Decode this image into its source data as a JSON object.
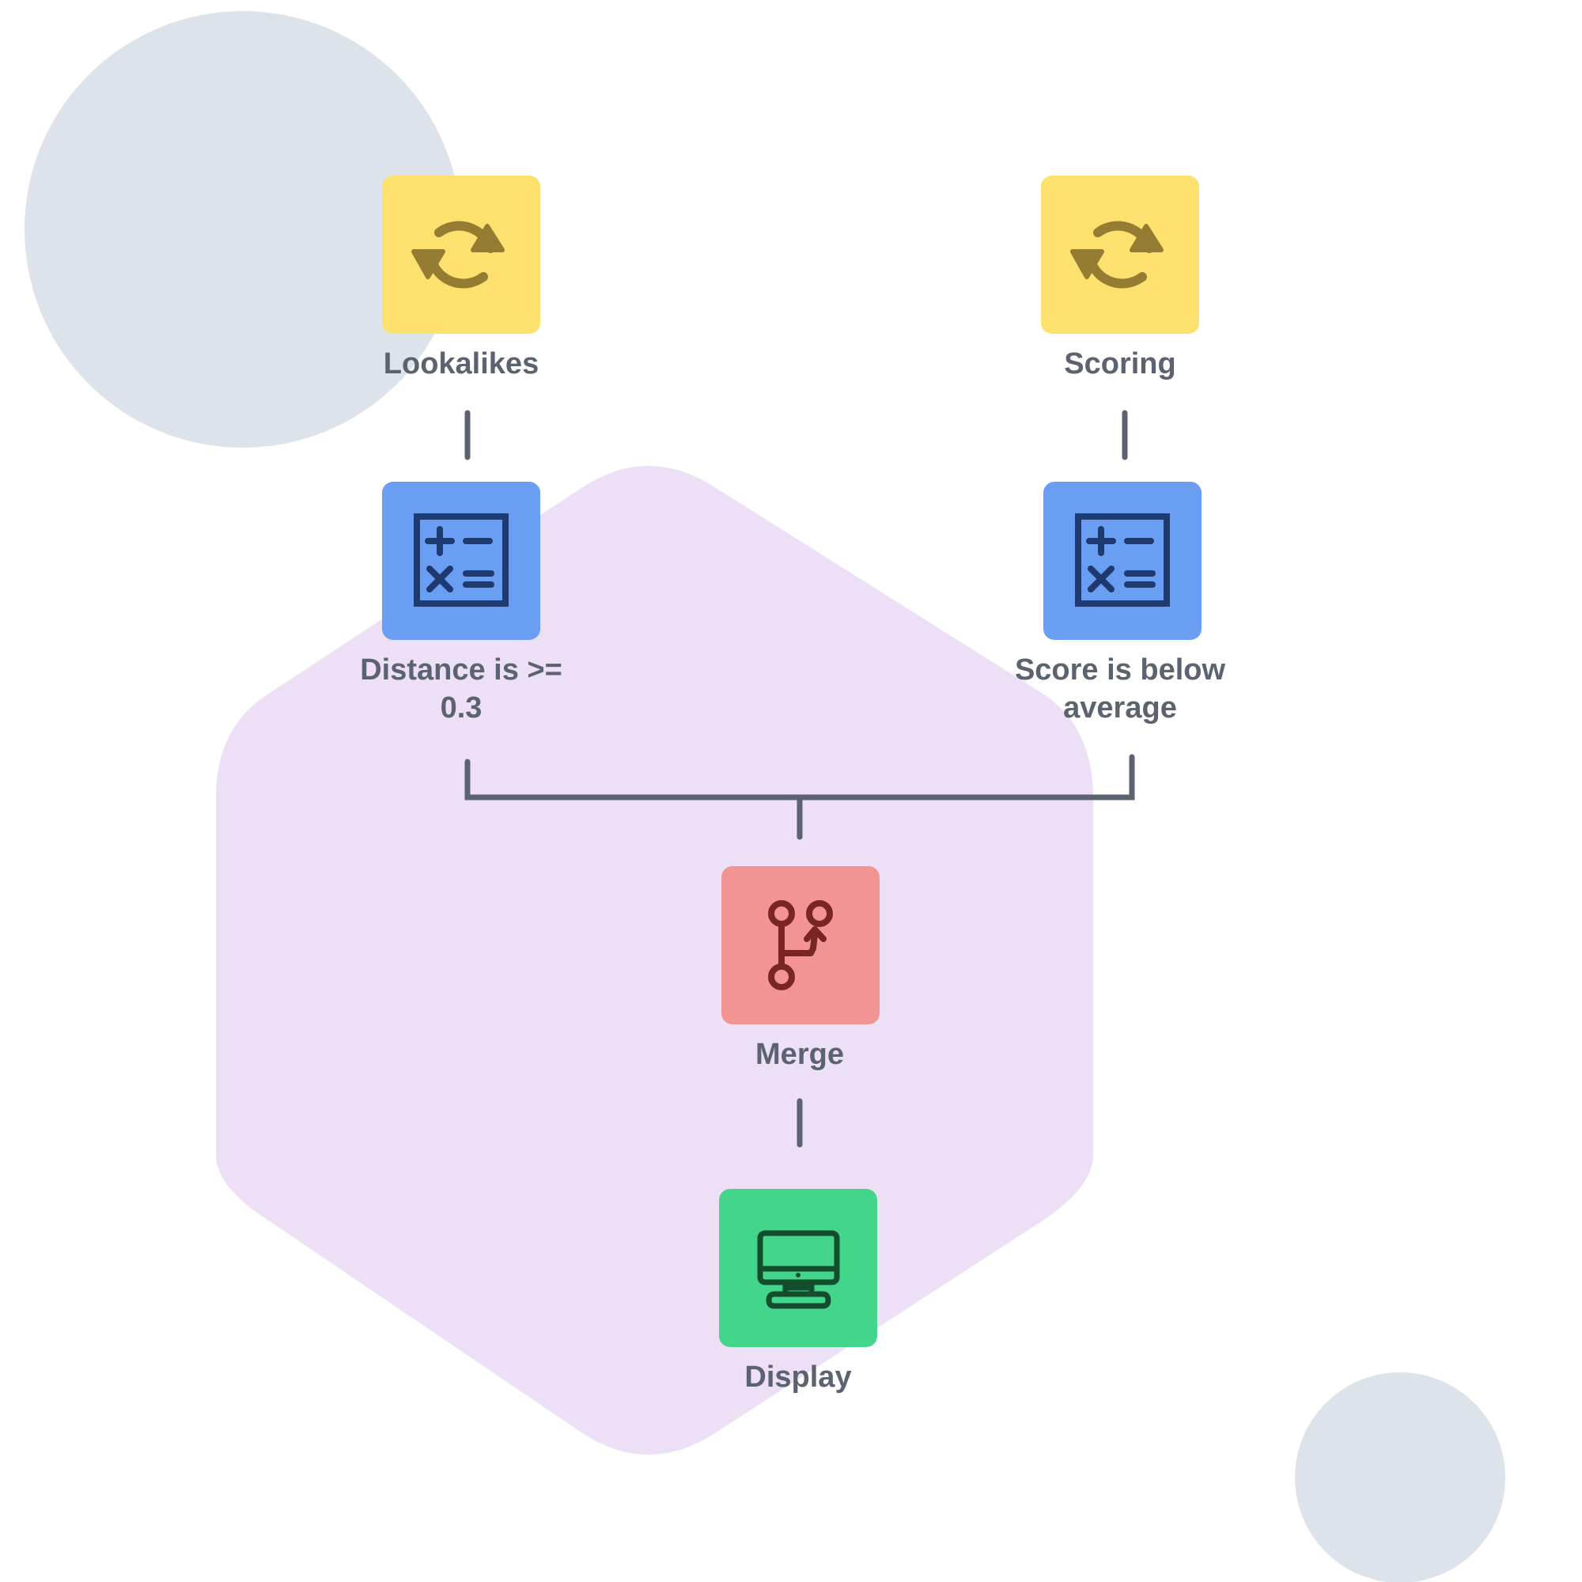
{
  "colors": {
    "background_circle": "#dde3ea",
    "hexagon": "#ecdff6",
    "connector": "#5b6270",
    "label_text": "#5b6270",
    "refresh_tile": "#fde06e",
    "calculator_tile": "#699ef2",
    "merge_tile": "#f29494",
    "display_tile": "#43d58a"
  },
  "nodes": {
    "lookalikes": {
      "label": "Lookalikes",
      "icon": "refresh-icon"
    },
    "scoring": {
      "label": "Scoring",
      "icon": "refresh-icon"
    },
    "distance": {
      "label_line1": "Distance is >=",
      "label_line2": "0.3",
      "icon": "calculator-icon"
    },
    "score_below": {
      "label_line1": "Score is below",
      "label_line2": "average",
      "icon": "calculator-icon"
    },
    "merge": {
      "label": "Merge",
      "icon": "git-merge-icon"
    },
    "display": {
      "label": "Display",
      "icon": "monitor-icon"
    }
  }
}
